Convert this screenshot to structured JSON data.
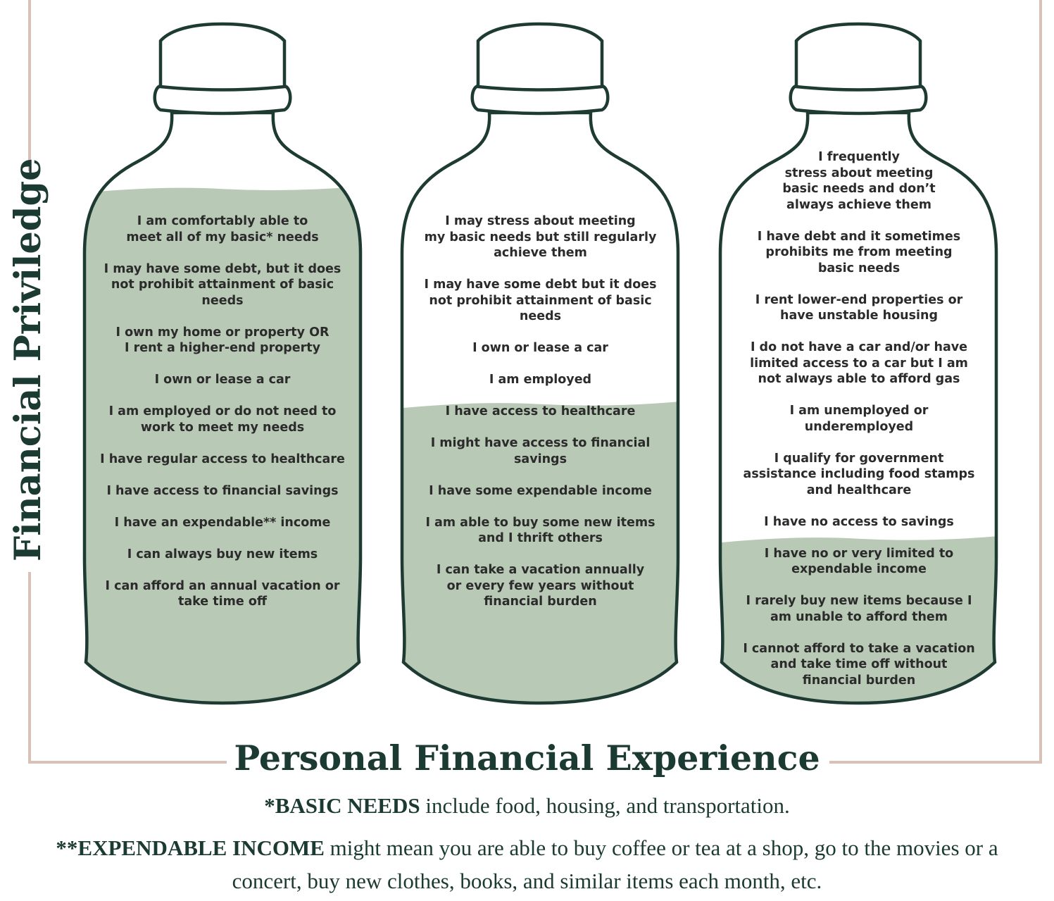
{
  "axis_label": "Financial Priviledge",
  "title": "Personal Financial Experience",
  "footnotes": {
    "basic": {
      "term": "*BASIC NEEDS",
      "text": " include food, housing, and transportation."
    },
    "expendable": {
      "term": "**EXPENDABLE INCOME",
      "text": " might mean you are able to buy coffee or tea at a shop, go to the movies or a concert, buy new clothes, books, and similar items each month, etc."
    }
  },
  "colors": {
    "outline": "#1e3b33",
    "fill": "#b8c9b5",
    "frame": "#d9c1b7",
    "text": "#2b2b2b",
    "heading": "#1b3a31"
  },
  "bottles": [
    {
      "fill_level": 0.95,
      "items": [
        "I am comfortably able to\nmeet all of my basic* needs",
        "I may have some debt, but it does\nnot prohibit attainment of basic\nneeds",
        "I own my home or property OR\nI rent a higher-end property",
        "I own or lease a car",
        "I am employed or do not need to\nwork to meet my needs",
        "I have regular access to healthcare",
        "I have access to financial savings",
        "I have an expendable** income",
        "I can always buy new items",
        "I can afford an annual vacation or\ntake time off"
      ]
    },
    {
      "fill_level": 0.55,
      "items": [
        "I may stress about meeting\nmy basic needs but still regularly\nachieve them",
        "I may have some debt but it does\nnot prohibit attainment of basic\nneeds",
        "I own or lease a car",
        "I am employed",
        "I have access to healthcare",
        "I might have access to financial\nsavings",
        "I have some expendable income",
        "I am able to buy some new items\nand I thrift others",
        "I can take a vacation annually\nor every few years without\nfinancial burden"
      ]
    },
    {
      "fill_level": 0.3,
      "items": [
        "I frequently\nstress about meeting\nbasic needs and don’t\nalways achieve them",
        "I have debt and it sometimes\nprohibits me from meeting\nbasic needs",
        "I rent lower-end properties or\nhave unstable housing",
        "I do not have a car and/or have\nlimited access to a car but I am\nnot always able to afford gas",
        "I am unemployed or\nunderemployed",
        "I qualify for government\nassistance including food stamps\nand healthcare",
        "I have no access to savings",
        "I have no or very limited to\nexpendable income",
        "I rarely buy new items because I\nam unable to afford them",
        "I cannot afford to take a vacation\nand take time off without\nfinancial burden"
      ]
    }
  ]
}
